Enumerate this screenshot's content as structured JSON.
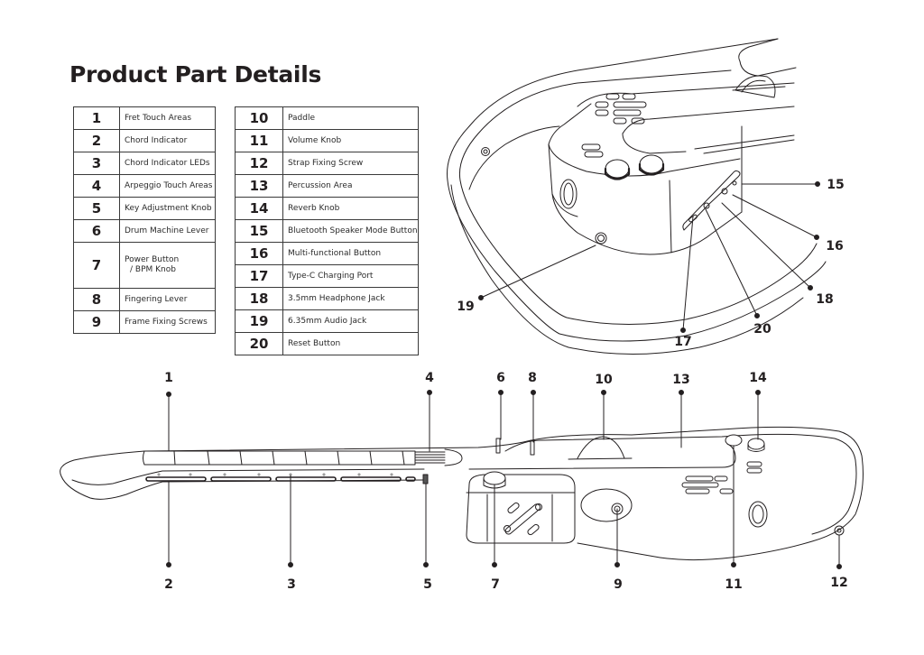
{
  "page": {
    "title": "Product Part Details"
  },
  "parts_table_left": [
    {
      "num": "1",
      "label": "Fret Touch Areas"
    },
    {
      "num": "2",
      "label": "Chord Indicator"
    },
    {
      "num": "3",
      "label": "Chord Indicator LEDs"
    },
    {
      "num": "4",
      "label": "Arpeggio Touch Areas"
    },
    {
      "num": "5",
      "label": "Key Adjustment Knob"
    },
    {
      "num": "6",
      "label": "Drum Machine Lever"
    },
    {
      "num": "7",
      "label": "Power Button",
      "label_line2": "/ BPM Knob"
    },
    {
      "num": "8",
      "label": "Fingering Lever"
    },
    {
      "num": "9",
      "label": "Frame Fixing Screws"
    }
  ],
  "parts_table_right": [
    {
      "num": "10",
      "label": "Paddle"
    },
    {
      "num": "11",
      "label": "Volume Knob"
    },
    {
      "num": "12",
      "label": "Strap Fixing Screw"
    },
    {
      "num": "13",
      "label": "Percussion Area"
    },
    {
      "num": "14",
      "label": "Reverb Knob"
    },
    {
      "num": "15",
      "label": "Bluetooth Speaker Mode Button"
    },
    {
      "num": "16",
      "label": "Multi-functional Button"
    },
    {
      "num": "17",
      "label": "Type-C Charging Port"
    },
    {
      "num": "18",
      "label": "3.5mm Headphone Jack"
    },
    {
      "num": "19",
      "label": "6.35mm Audio Jack"
    },
    {
      "num": "20",
      "label": "Reset Button"
    }
  ],
  "callouts_closeup": {
    "c15": "15",
    "c16": "16",
    "c17": "17",
    "c18": "18",
    "c19": "19",
    "c20": "20"
  },
  "callouts_full": {
    "c1": "1",
    "c2": "2",
    "c3": "3",
    "c4": "4",
    "c5": "5",
    "c6": "6",
    "c7": "7",
    "c8": "8",
    "c9": "9",
    "c10": "10",
    "c11": "11",
    "c12": "12",
    "c13": "13",
    "c14": "14"
  },
  "colors": {
    "ink": "#231f20",
    "line": "#3a3a3a",
    "background": "#ffffff"
  }
}
